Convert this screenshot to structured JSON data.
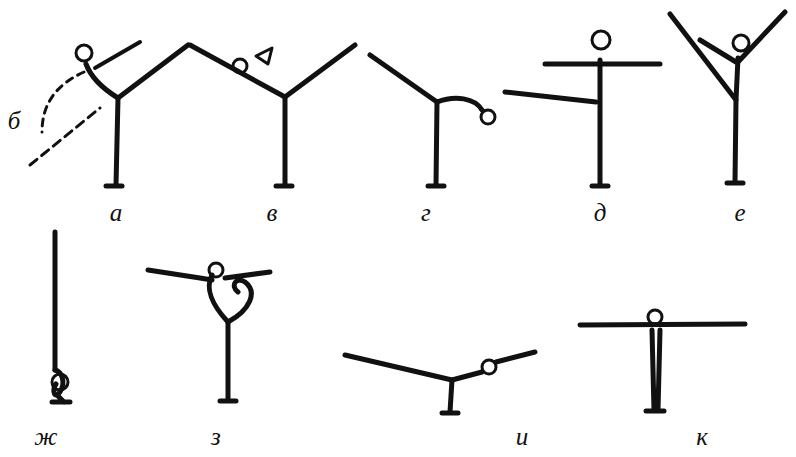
{
  "diagram": {
    "labels": [
      "б",
      "а",
      "в",
      "г",
      "д",
      "е",
      "ж",
      "з",
      "и",
      "к"
    ]
  }
}
